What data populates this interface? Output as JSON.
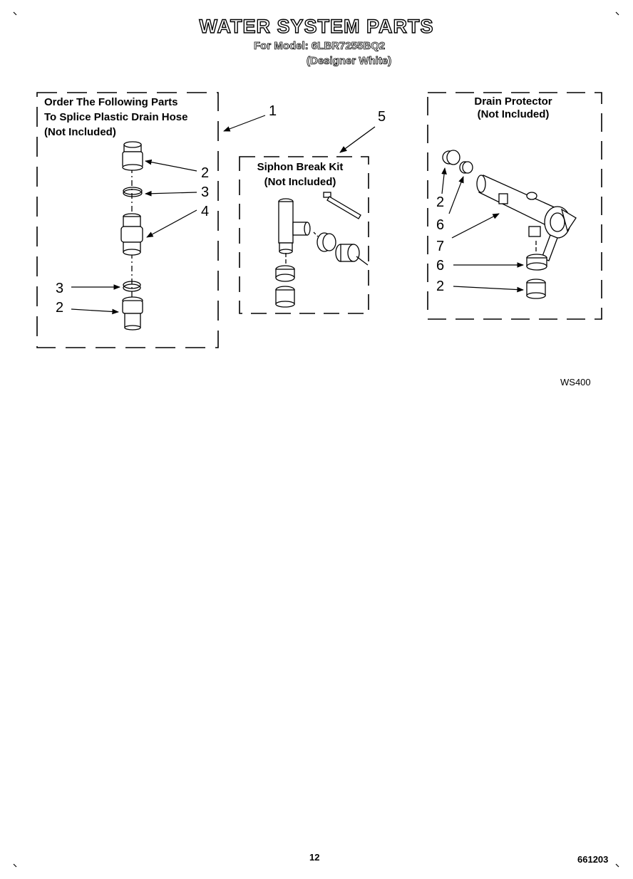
{
  "header": {
    "title": "WATER SYSTEM PARTS",
    "model": "For Model: 6LBR7255BQ2",
    "variant": "(Designer White)"
  },
  "groups": {
    "splice": {
      "line1": "Order The Following Parts",
      "line2": "To Splice Plastic Drain Hose",
      "line3": "(Not Included)"
    },
    "siphon": {
      "line1": "Siphon Break Kit",
      "line2": "(Not Included)"
    },
    "drain": {
      "line1": "Drain Protector",
      "line2": "(Not Included)"
    }
  },
  "callouts": {
    "splice_group": "1",
    "splice_upper_coupling": "2",
    "splice_upper_clamp": "3",
    "splice_connector": "4",
    "splice_lower_clamp": "3",
    "splice_lower_coupling": "2",
    "siphon_kit": "5",
    "drain_top_coupling": "2",
    "drain_top_nut": "6",
    "drain_protector": "7",
    "drain_bottom_nut": "6",
    "drain_bottom_coupling": "2"
  },
  "footer": {
    "figure_code": "WS400",
    "page_number": "12",
    "doc_code": "661203"
  }
}
